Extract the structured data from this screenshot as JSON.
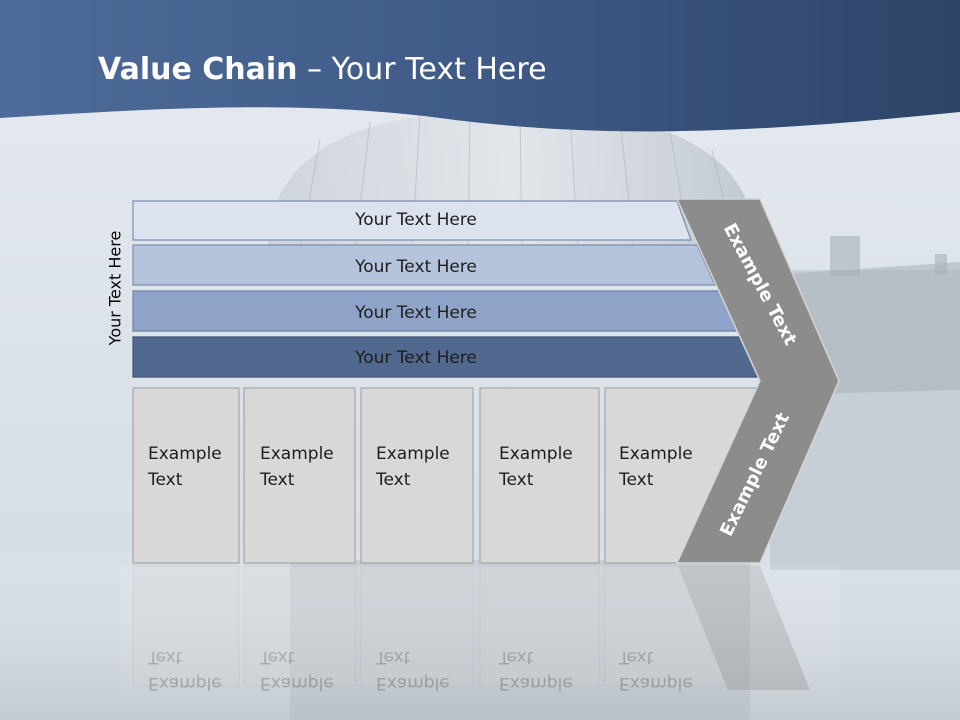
{
  "slide": {
    "title_bold": "Value Chain",
    "title_rest": " – Your Text Here",
    "side_label": "Your Text Here"
  },
  "bars": [
    {
      "label": "Your Text Here",
      "color": "#dde3ee"
    },
    {
      "label": "Your Text Here",
      "color": "#b6c3dc"
    },
    {
      "label": "Your Text Here",
      "color": "#8ea3c7"
    },
    {
      "label": "Your Text Here",
      "color": "#52698f"
    }
  ],
  "boxes": [
    {
      "line1": "Example",
      "line2": "Text"
    },
    {
      "line1": "Example",
      "line2": "Text"
    },
    {
      "line1": "Example",
      "line2": "Text"
    },
    {
      "line1": "Example",
      "line2": "Text"
    },
    {
      "line1": "Example",
      "line2": "Text"
    }
  ],
  "arrow": {
    "top_text": "Example Text",
    "bottom_text": "Example Text",
    "color": "#8c8c8c"
  },
  "colors": {
    "header": "#3e5a86",
    "box_fill": "#d8d8d8",
    "box_border": "#9a9a9a"
  }
}
